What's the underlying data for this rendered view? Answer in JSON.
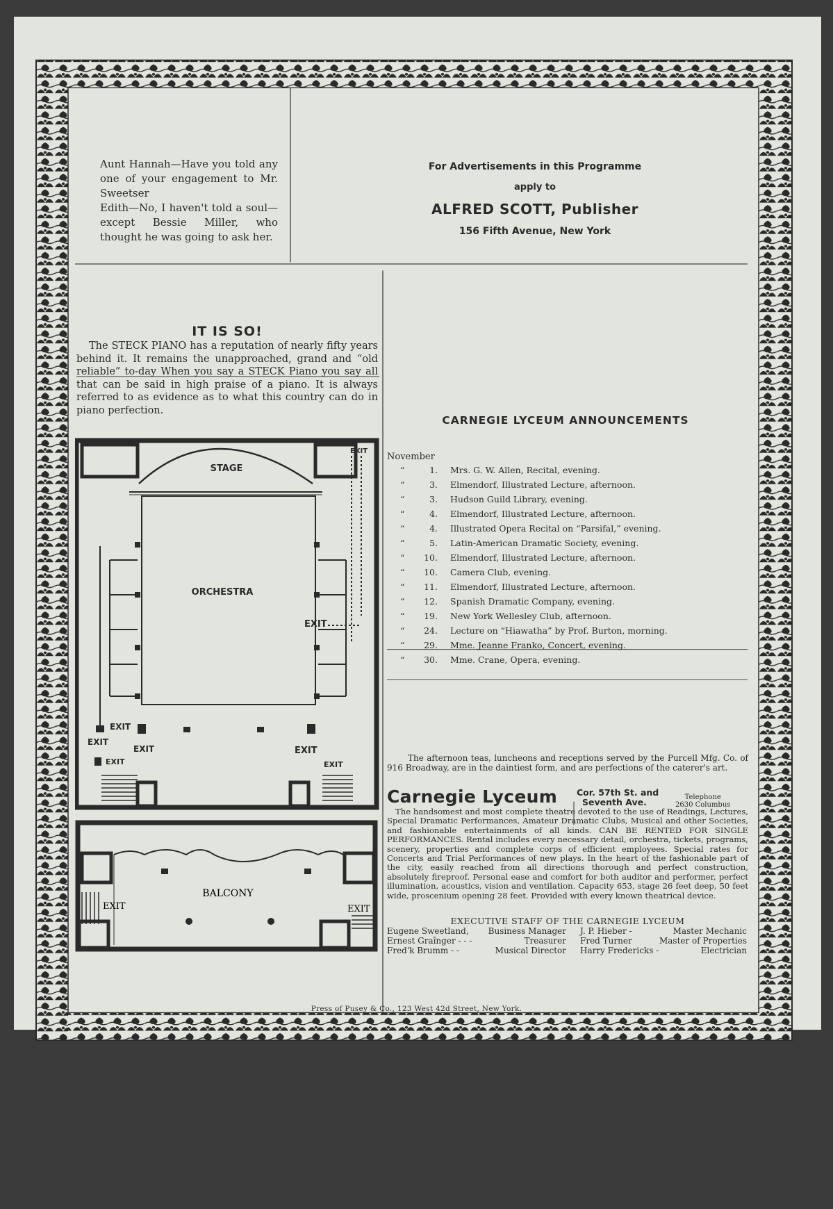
{
  "joke": {
    "line1": "Aunt Hannah—Have you told any one of your engagement to Mr. Sweetser",
    "line2": "Edith—No, I haven't told a soul—except Bessie Miller, who thought he was going to ask her."
  },
  "ad": {
    "line1": "For Advertisements in this Programme",
    "line2": "apply to",
    "publisher": "ALFRED SCOTT, Publisher",
    "address": "156 Fifth Avenue, New York"
  },
  "steck": {
    "title": "IT IS SO!",
    "body": "The STECK PIANO has a reputation of nearly fifty years behind it. It remains the unapproached, grand and “old reliable” to-day When you say a STECK Piano you say all that can be said in high praise of a piano. It is always referred to as evidence as to what this country can do in piano perfection."
  },
  "floor_plan": {
    "stage": "STAGE",
    "orchestra": "ORCHESTRA",
    "balcony": "BALCONY",
    "exit": "EXIT"
  },
  "announcements": {
    "title": "CARNEGIE LYCEUM ANNOUNCEMENTS",
    "month": "November",
    "ditto": "“",
    "items": [
      {
        "day": "1.",
        "event": "Mrs. G. W. Allen, Recital, evening."
      },
      {
        "day": "3.",
        "event": "Elmendorf, Illustrated Lecture, afternoon."
      },
      {
        "day": "3.",
        "event": "Hudson Guild Library, evening."
      },
      {
        "day": "4.",
        "event": "Elmendorf, Illustrated Lecture, afternoon."
      },
      {
        "day": "4.",
        "event": "Illustrated Opera Recital on “Parsifal,” evening."
      },
      {
        "day": "5.",
        "event": "Latin-American Dramatic Society, evening."
      },
      {
        "day": "10.",
        "event": "Elmendorf, Illustrated Lecture, afternoon."
      },
      {
        "day": "10.",
        "event": "Camera Club, evening."
      },
      {
        "day": "11.",
        "event": "Elmendorf, Illustrated Lecture, afternoon."
      },
      {
        "day": "12.",
        "event": "Spanish Dramatic Company, evening."
      },
      {
        "day": "19.",
        "event": "New York Wellesley Club, afternoon."
      },
      {
        "day": "24.",
        "event": "Lecture on “Hiawatha” by Prof. Burton, morning."
      },
      {
        "day": "29.",
        "event": "Mme. Jeanne Franko, Concert, evening."
      },
      {
        "day": "30.",
        "event": "Mme. Crane, Opera, evening."
      }
    ]
  },
  "caterer": "The afternoon teas, luncheons and receptions served by the Purcell Mfg. Co. of 916 Broadway, are in the daintiest form, and are perfections of the caterer's art.",
  "lyceum": {
    "name": "Carnegie Lyceum",
    "address_line1": "Cor. 57th St. and",
    "address_line2": "Seventh Ave.",
    "telephone_line1": "Telephone",
    "telephone_line2": "2630 Columbus",
    "body": "The handsomest and most complete theatre devoted to the use of Readings, Lectures, Special Dramatic Performances, Amateur Dramatic Clubs, Musical and other Societies, and fashionable entertainments of all kinds. CAN BE RENTED FOR SINGLE PERFORMANCES. Rental includes every necessary detail, orchestra, tickets, programs, scenery, properties and complete corps of efficient employees. Special rates for Concerts and Trial Performances of new plays. In the heart of the fashionable part of the city, easily reached from all directions thorough and perfect construction, absolutely fireproof. Personal ease and comfort for both auditor and performer, perfect illumination, acoustics, vision and ventilation. Capacity 653, stage 26 feet deep, 50 feet wide, proscenium opening 28 feet. Provided with every known theatrical device.",
    "staff_title": "EXECUTIVE STAFF OF THE CARNEGIE LYCEUM",
    "staff_left": [
      {
        "name": "Eugene Sweetland,",
        "role": "Business Manager"
      },
      {
        "name": "Ernest Graînger  -  -  -",
        "role": "Treasurer"
      },
      {
        "name": "Fred'k Brumm  -  -",
        "role": "Musical Director"
      }
    ],
    "staff_right": [
      {
        "name": "J. P. Hieber  -",
        "role": "Master Mechanic"
      },
      {
        "name": "Fred Turner",
        "role": "Master of Properties"
      },
      {
        "name": "Harry Fredericks  -",
        "role": "Electrician"
      }
    ]
  },
  "footer": "Press of Pusey & Co., 123 West 42d Street, New York."
}
